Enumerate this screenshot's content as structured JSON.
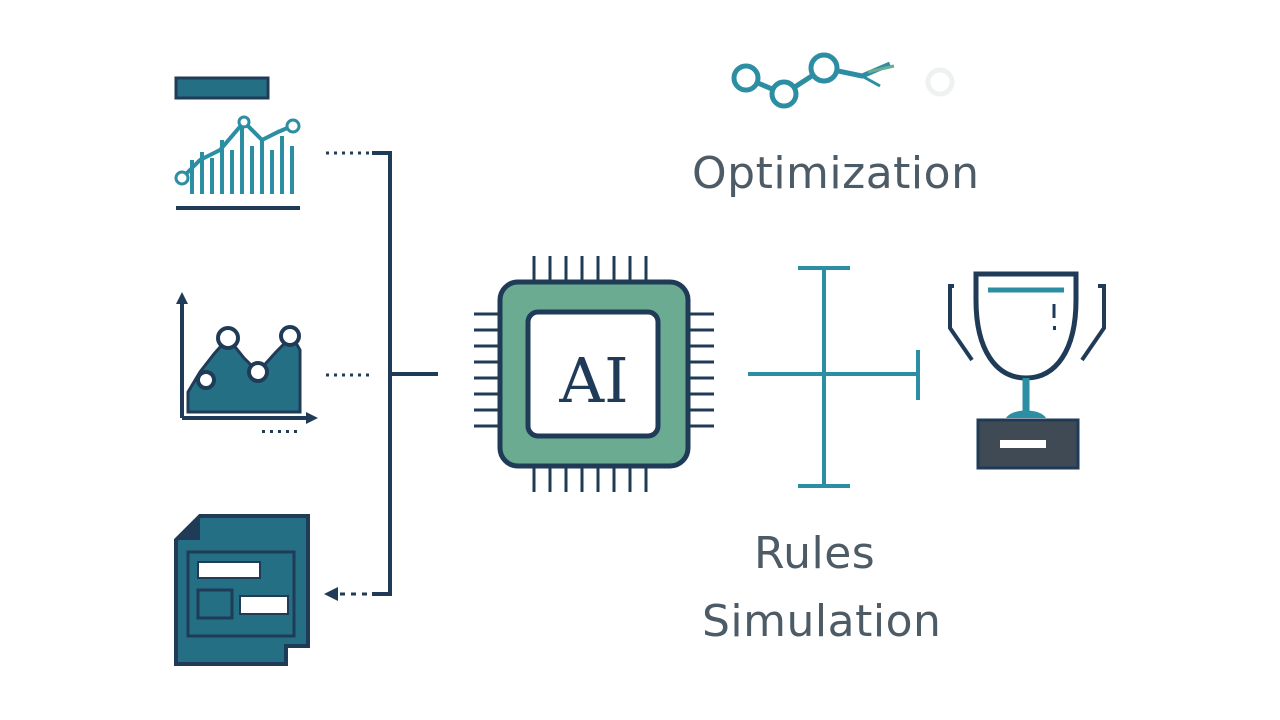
{
  "colors": {
    "navy": "#1f3b57",
    "teal": "#2b8ea3",
    "teal_dark": "#256f85",
    "green": "#6aab92",
    "text": "#4d5b66",
    "grey": "#3f4a54"
  },
  "chip": {
    "label": "AI"
  },
  "labels": {
    "optimization": "Optimization",
    "rules": "Rules",
    "simulation": "Simulation"
  },
  "icons": [
    "line-chart-icon",
    "scatter-chart-icon",
    "document-icon",
    "ai-chip-icon",
    "network-nodes-icon",
    "trophy-icon"
  ]
}
